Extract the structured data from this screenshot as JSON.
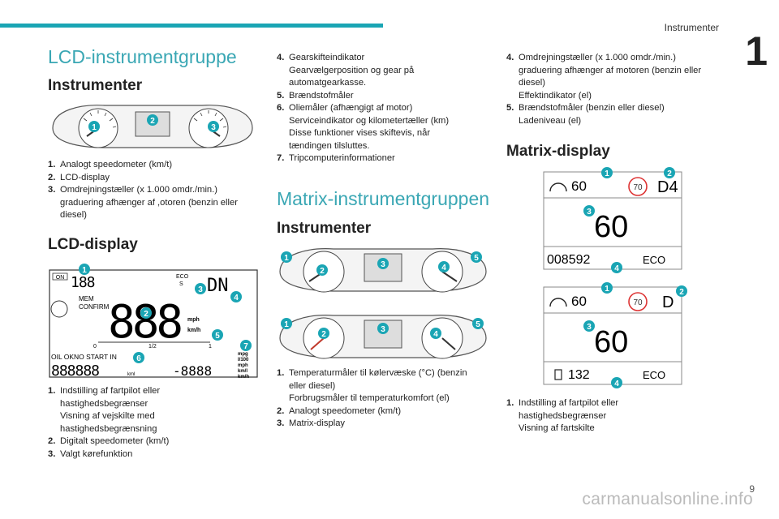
{
  "header": {
    "section": "Instrumenter",
    "chapter": "1"
  },
  "left": {
    "title": "LCD-instrumentgruppe",
    "sub1": "Instrumenter",
    "list1": [
      {
        "num": "1.",
        "lines": [
          "Analogt speedometer (km/t)"
        ]
      },
      {
        "num": "2.",
        "lines": [
          "LCD-display"
        ]
      },
      {
        "num": "3.",
        "lines": [
          "Omdrejningstæller (x 1.000 omdr./min.)",
          "graduering afhænger af ,otoren (benzin eller",
          "diesel)"
        ]
      }
    ],
    "sub2": "LCD-display",
    "list2": [
      {
        "num": "1.",
        "lines": [
          "Indstilling af fartpilot eller",
          "hastighedsbegrænser",
          "Visning af vejskilte med",
          "hastighedsbegrænsning"
        ]
      },
      {
        "num": "2.",
        "lines": [
          "Digitalt speedometer (km/t)"
        ]
      },
      {
        "num": "3.",
        "lines": [
          "Valgt kørefunktion"
        ]
      }
    ],
    "lcd": {
      "on": "ON",
      "mem": "MEM",
      "confirm": "CONFIRM",
      "eco": "ECO",
      "s": "S",
      "gear": "DN",
      "mph": "mph",
      "kmh": "km/h",
      "oil": "OIL OKNO START IN",
      "kml": "kml",
      "mpg": "mpg",
      "l100": "l/100",
      "mph2": "mph",
      "kml2": "km/l",
      "kmh2": "km/h",
      "half": "1/2",
      "zero": "0",
      "one": "1",
      "digits_top": "188",
      "digits_big": "888",
      "odo": "888888",
      "trip": "-8888"
    }
  },
  "middle": {
    "list0": [
      {
        "num": "4.",
        "lines": [
          "Gearskifteindikator",
          "Gearvælgerposition og gear på",
          "automatgearkasse."
        ]
      },
      {
        "num": "5.",
        "lines": [
          "Brændstofmåler"
        ]
      },
      {
        "num": "6.",
        "lines": [
          "Oliemåler (afhængigt af motor)",
          "Serviceindikator og kilometertæller (km)",
          "Disse funktioner vises skiftevis, når",
          "tændingen tilsluttes."
        ]
      },
      {
        "num": "7.",
        "lines": [
          "Tripcomputerinformationer"
        ]
      }
    ],
    "title": "Matrix-instrumentgruppen",
    "sub1": "Instrumenter",
    "list1": [
      {
        "num": "1.",
        "lines": [
          "Temperaturmåler til kølervæske (°C) (benzin",
          "eller diesel)",
          "Forbrugsmåler til temperaturkomfort (el)"
        ]
      },
      {
        "num": "2.",
        "lines": [
          "Analogt speedometer (km/t)"
        ]
      },
      {
        "num": "3.",
        "lines": [
          "Matrix-display"
        ]
      }
    ]
  },
  "right": {
    "list0": [
      {
        "num": "4.",
        "lines": [
          "Omdrejningstæller (x 1.000 omdr./min.)",
          "graduering afhænger af motoren (benzin eller",
          "diesel)",
          "Effektindikator (el)"
        ]
      },
      {
        "num": "5.",
        "lines": [
          "Brændstofmåler (benzin eller diesel)",
          "Ladeniveau (el)"
        ]
      }
    ],
    "title": "Matrix-display",
    "matrix1": {
      "speed_set": "60",
      "limit": "70",
      "gear": "D4",
      "speed": "60",
      "odo": "008592",
      "mode": "ECO"
    },
    "matrix2": {
      "speed_set": "60",
      "limit": "70",
      "gear": "D",
      "speed": "60",
      "range": "132",
      "mode": "ECO"
    },
    "list1": [
      {
        "num": "1.",
        "lines": [
          "Indstilling af fartpilot eller",
          "hastighedsbegrænser",
          "Visning af fartskilte"
        ]
      }
    ]
  },
  "footer": {
    "page": "9",
    "watermark": "carmanualsonline.info"
  },
  "colors": {
    "accent": "#1aa5b4",
    "badge": "#1aa5b4"
  }
}
